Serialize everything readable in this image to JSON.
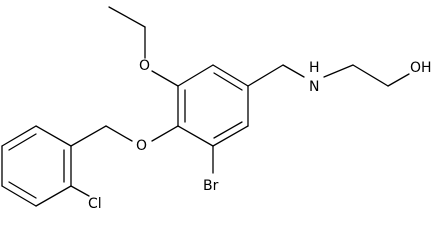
{
  "molecule": {
    "labels": {
      "o_ethoxy": "O",
      "o_benzyloxy": "O",
      "br": "Br",
      "cl": "Cl",
      "nh": "H",
      "n": "N",
      "oh": "OH"
    }
  }
}
